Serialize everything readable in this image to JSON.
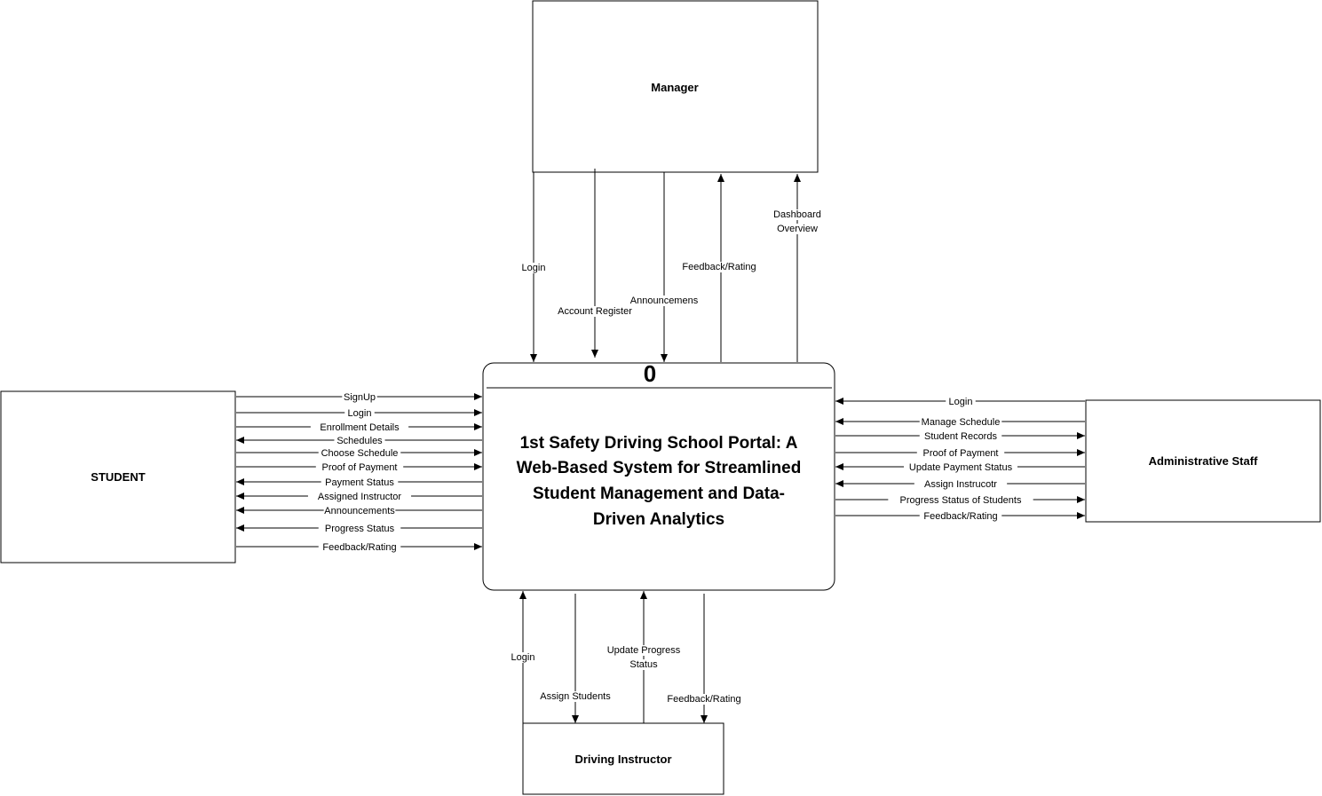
{
  "entities": {
    "manager": "Manager",
    "student": "STUDENT",
    "admin": "Administrative Staff",
    "instructor": "Driving Instructor"
  },
  "process": {
    "number": "0",
    "title_lines": [
      "1st Safety Driving School Portal: A",
      "Web-Based System for Streamlined",
      "Student Management and Data-",
      "Driven Analytics"
    ]
  },
  "flows": {
    "manager": [
      {
        "label": [
          "Login"
        ],
        "direction": "to-system"
      },
      {
        "label": [
          "Account Register"
        ],
        "direction": "to-system"
      },
      {
        "label": [
          "Announcemens"
        ],
        "direction": "to-system"
      },
      {
        "label": [
          "Feedback/Rating"
        ],
        "direction": "to-entity"
      },
      {
        "label": [
          "Dashboard",
          "Overview"
        ],
        "direction": "to-entity"
      }
    ],
    "student": [
      {
        "label": [
          "SignUp"
        ],
        "direction": "to-system"
      },
      {
        "label": [
          "Login"
        ],
        "direction": "to-system"
      },
      {
        "label": [
          "Enrollment Details"
        ],
        "direction": "to-system"
      },
      {
        "label": [
          "Schedules"
        ],
        "direction": "to-entity"
      },
      {
        "label": [
          "Choose Schedule"
        ],
        "direction": "to-system"
      },
      {
        "label": [
          "Proof of Payment"
        ],
        "direction": "to-system"
      },
      {
        "label": [
          "Payment Status"
        ],
        "direction": "to-entity"
      },
      {
        "label": [
          "Assigned Instructor"
        ],
        "direction": "to-entity"
      },
      {
        "label": [
          "Announcements"
        ],
        "direction": "to-entity"
      },
      {
        "label": [
          "Progress Status"
        ],
        "direction": "to-entity"
      },
      {
        "label": [
          "Feedback/Rating"
        ],
        "direction": "to-system"
      }
    ],
    "admin": [
      {
        "label": [
          "Login"
        ],
        "direction": "to-system"
      },
      {
        "label": [
          "Manage Schedule"
        ],
        "direction": "to-system"
      },
      {
        "label": [
          "Student Records"
        ],
        "direction": "to-entity"
      },
      {
        "label": [
          "Proof of Payment"
        ],
        "direction": "to-entity"
      },
      {
        "label": [
          "Update Payment Status"
        ],
        "direction": "to-system"
      },
      {
        "label": [
          "Assign Instrucotr"
        ],
        "direction": "to-system"
      },
      {
        "label": [
          "Progress Status of Students"
        ],
        "direction": "to-entity"
      },
      {
        "label": [
          "Feedback/Rating"
        ],
        "direction": "to-entity"
      }
    ],
    "instructor": [
      {
        "label": [
          "Login"
        ],
        "direction": "to-system"
      },
      {
        "label": [
          "Assign Students"
        ],
        "direction": "to-entity"
      },
      {
        "label": [
          "Update Progress",
          "Status"
        ],
        "direction": "to-system"
      },
      {
        "label": [
          "Feedback/Rating"
        ],
        "direction": "to-entity"
      }
    ]
  }
}
